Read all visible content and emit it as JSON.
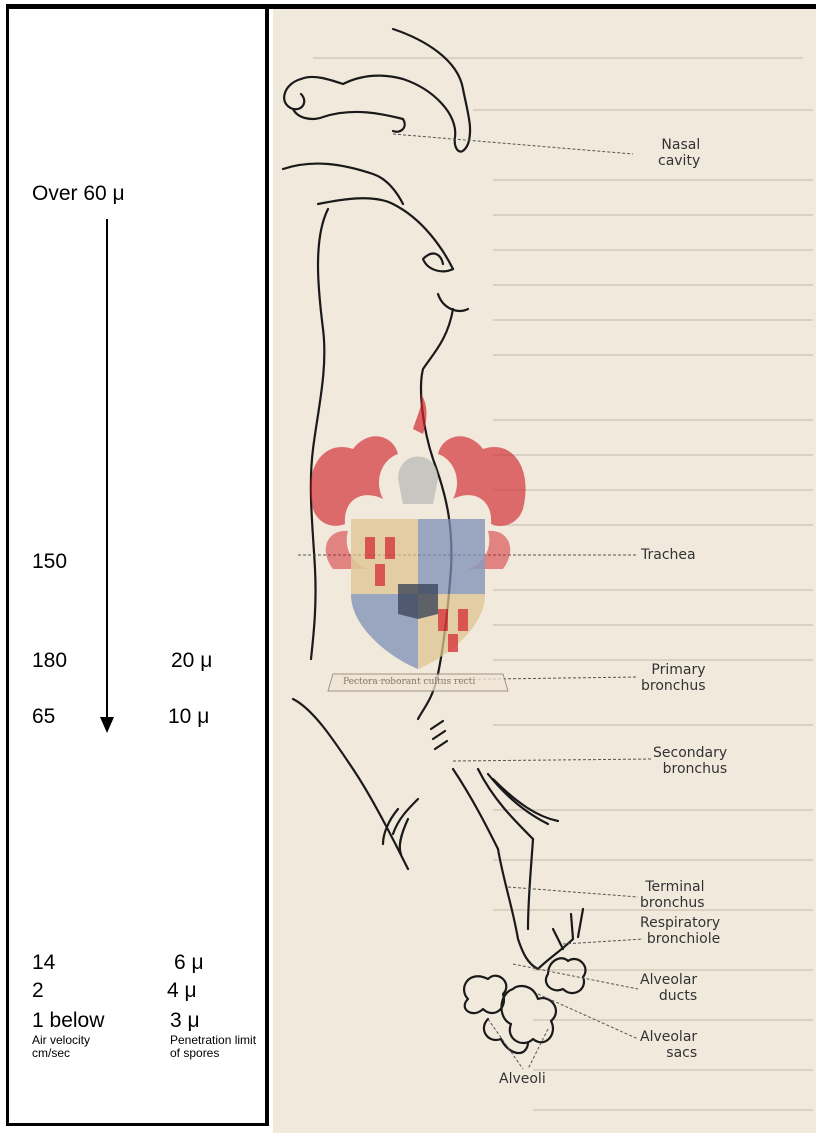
{
  "left_panel": {
    "over_size": "Over 60 μ",
    "rows": [
      {
        "velocity": "150",
        "size": ""
      },
      {
        "velocity": "180",
        "size": "20 μ"
      },
      {
        "velocity": "65",
        "size": "10 μ"
      },
      {
        "velocity": "14",
        "size": "6 μ"
      },
      {
        "velocity": "2",
        "size": "4 μ"
      },
      {
        "velocity": "1 below",
        "size": "3 μ"
      }
    ],
    "velocity_caption": "Air velocity cm/sec",
    "size_caption": "Penetration limit of spores"
  },
  "diagram": {
    "labels": {
      "nasal_cavity": [
        "Nasal",
        "cavity"
      ],
      "trachea": [
        "Trachea"
      ],
      "primary_bronchus": [
        "Primary",
        "bronchus"
      ],
      "secondary_bronchus": [
        "Secondary",
        "bronchus"
      ],
      "terminal_bronchus": [
        "Terminal",
        "bronchus"
      ],
      "respiratory_bronchiole": [
        "Respiratory",
        "bronchiole"
      ],
      "alveolar_ducts": [
        "Alveolar",
        "ducts"
      ],
      "alveolar_sacs": [
        "Alveolar",
        "sacs"
      ],
      "alveoli": [
        "Alveoli"
      ]
    },
    "watermark_motto": "Pectora roborant cultus recti"
  },
  "colors": {
    "panel_border": "#000000",
    "paper": "#f1e9dc",
    "line_drawing": "#1a1a1a",
    "crest_red": "#d2232a",
    "crest_blue": "#2e4a8c",
    "crest_gold": "#c9a24a"
  }
}
